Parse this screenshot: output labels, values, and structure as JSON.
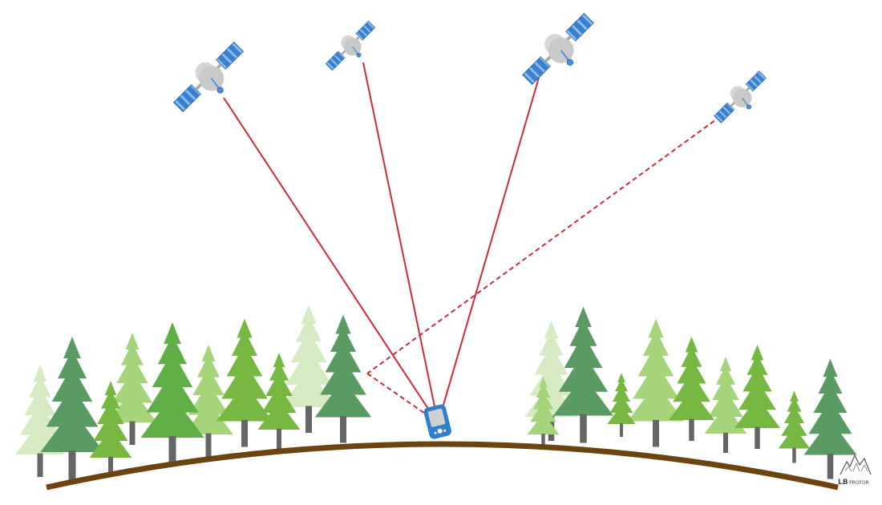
{
  "colors": {
    "background": "#ffffff",
    "signal_line": "#d12a36",
    "ground": "#6b4412",
    "panel": "#3a7fd0",
    "panel_stripe": "#8ec0ee",
    "satellite_body": "#cfcfcf",
    "antenna": "#4a90d9",
    "receiver": "#2f7fd1",
    "tree_dark": "#5a9a63",
    "tree_mid": "#76b842",
    "tree_light": "#9fd06b",
    "tree_faded": "#d3e9bf",
    "trunk": "#6e6e6e"
  },
  "icons": {
    "satellite": "satellite-icon",
    "receiver": "gps-receiver-icon",
    "tree": "conifer-tree-icon",
    "logo": "lbprofor-logo-icon"
  },
  "satellites": [
    {
      "id": "sat-1",
      "signal": "direct"
    },
    {
      "id": "sat-2",
      "signal": "direct"
    },
    {
      "id": "sat-3",
      "signal": "direct"
    },
    {
      "id": "sat-4",
      "signal": "reflected"
    }
  ],
  "logo": {
    "text_large": "LB",
    "text_small": "PROFOR"
  }
}
